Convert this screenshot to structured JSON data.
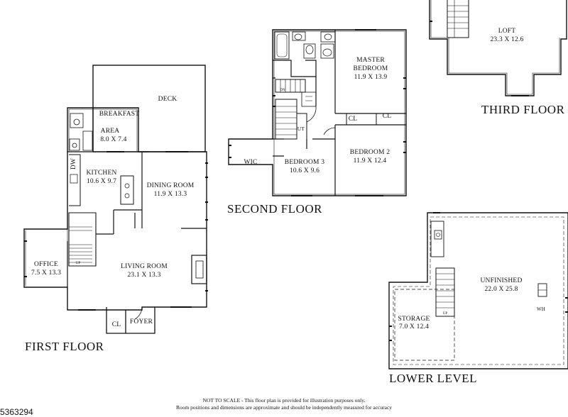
{
  "floors": {
    "first": "FIRST FLOOR",
    "second": "SECOND FLOOR",
    "third": "THIRD FLOOR",
    "lower": "LOWER LEVEL"
  },
  "rooms": {
    "deck": {
      "name": "DECK",
      "dims": ""
    },
    "breakfast": {
      "name1": "BREAKFAST",
      "name2": "AREA",
      "dims": "8.0 X 7.4"
    },
    "kitchen": {
      "name": "KITCHEN",
      "dims": "10.6 X 9.7"
    },
    "dining": {
      "name": "DINING ROOM",
      "dims": "11.9 X 13.3"
    },
    "office": {
      "name": "OFFICE",
      "dims": "7.5 X 13.3"
    },
    "living": {
      "name": "LIVING ROOM",
      "dims": "23.1 X 13.3"
    },
    "foyer": {
      "name": "FOYER"
    },
    "cl_first": {
      "name": "CL"
    },
    "dw": {
      "name": "DW"
    },
    "master": {
      "name1": "MASTER",
      "name2": "BEDROOM",
      "dims": "11.9 X 13.9"
    },
    "bedroom2": {
      "name": "BEDROOM 2",
      "dims": "11.9 X 12.4"
    },
    "bedroom3": {
      "name": "BEDROOM 3",
      "dims": "10.6 X 9.6"
    },
    "wic": {
      "name": "WIC"
    },
    "cl_second_a": {
      "name": "CL"
    },
    "cl_second_b": {
      "name": "CL"
    },
    "ut": {
      "name": "UT"
    },
    "loft": {
      "name": "LOFT",
      "dims": "23.3 X 12.6"
    },
    "unfinished": {
      "name": "UNFINISHED",
      "dims": "22.0 X 25.8"
    },
    "storage": {
      "name": "STORAGE",
      "dims": "7.0 X 12.4"
    },
    "wh": {
      "name": "WH"
    },
    "stair_up": {
      "name": "UP"
    },
    "stair_dn": {
      "name": "DN"
    }
  },
  "footer": {
    "line1": "NOT TO SCALE - This floor plan is provided for illustration purposes only.",
    "line2": "Room positions and dimensions are approximate and should be independently measured for accuracy"
  },
  "listing_id": "5363294"
}
